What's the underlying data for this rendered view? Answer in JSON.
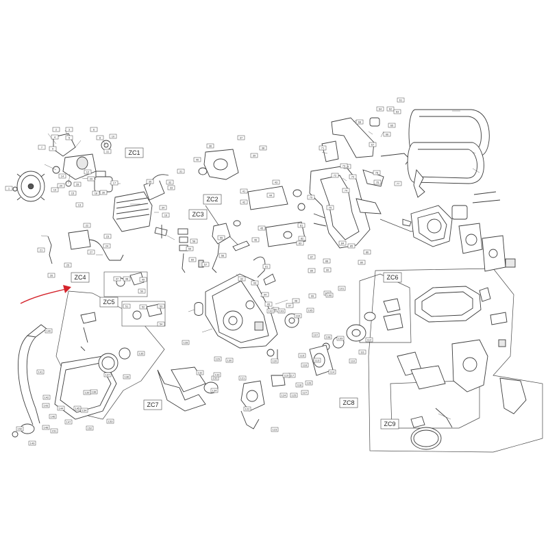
{
  "group_labels": [
    "ZC1",
    "ZC2",
    "ZC3",
    "ZC4",
    "ZC5",
    "ZC6",
    "ZC7",
    "ZC8",
    "ZC9"
  ],
  "part_numbers": [
    "1",
    "2",
    "3",
    "4",
    "5",
    "6",
    "7",
    "8",
    "9",
    "10",
    "11",
    "12",
    "13",
    "14",
    "15",
    "16",
    "17",
    "18",
    "19",
    "20",
    "21",
    "22",
    "23",
    "24",
    "25",
    "26",
    "27",
    "28",
    "29",
    "30",
    "31",
    "32",
    "33",
    "34",
    "35",
    "36",
    "37",
    "38",
    "39",
    "40",
    "41",
    "42",
    "43",
    "44",
    "45",
    "46",
    "47",
    "48",
    "49",
    "50",
    "51",
    "52",
    "53",
    "54",
    "55",
    "56",
    "57",
    "58",
    "59",
    "60",
    "61",
    "62",
    "63",
    "64",
    "65",
    "66",
    "67",
    "68",
    "69",
    "70",
    "71",
    "72",
    "73",
    "74",
    "75",
    "76",
    "77",
    "78",
    "79",
    "80",
    "81",
    "82",
    "83",
    "84",
    "85",
    "86",
    "87",
    "88",
    "89",
    "90",
    "91",
    "92",
    "93",
    "94",
    "95",
    "96",
    "97",
    "98",
    "99",
    "100",
    "101",
    "102",
    "103",
    "104",
    "105",
    "106",
    "107",
    "108",
    "109",
    "110",
    "111",
    "112",
    "113",
    "114",
    "115",
    "116",
    "117",
    "118",
    "119",
    "120",
    "121",
    "122",
    "123",
    "124",
    "125",
    "126",
    "127",
    "128",
    "129",
    "130",
    "131",
    "132",
    "133",
    "134",
    "135",
    "136",
    "137",
    "138",
    "139",
    "140",
    "141",
    "142",
    "143",
    "144",
    "145",
    "146",
    "147",
    "148",
    "149",
    "150",
    "151",
    "152",
    "153",
    "154"
  ],
  "colors": {
    "arrow": "#d4232b",
    "line": "#3a3a3a"
  }
}
